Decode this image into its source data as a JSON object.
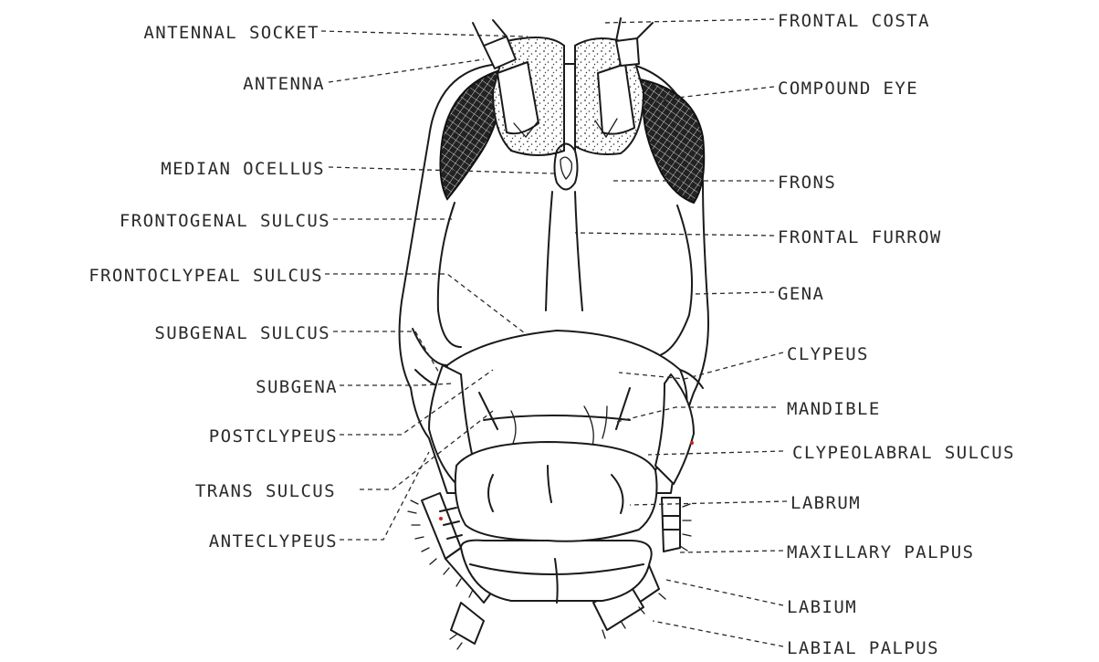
{
  "labels": {
    "left": [
      "ANTENNAL SOCKET",
      "ANTENNA",
      "MEDIAN OCELLUS",
      "FRONTOGENAL SULCUS",
      "FRONTOCLYPEAL SULCUS",
      "SUBGENAL SULCUS",
      "SUBGENA",
      "POSTCLYPEUS",
      "TRANS SULCUS",
      "ANTECLYPEUS"
    ],
    "right": [
      "FRONTAL COSTA",
      "COMPOUND EYE",
      "FRONS",
      "FRONTAL FURROW",
      "GENA",
      "CLYPEUS",
      "MANDIBLE",
      "CLYPEOLABRAL SULCUS",
      "LABRUM",
      "MAXILLARY PALPUS",
      "LABIUM",
      "LABIAL PALPUS"
    ]
  },
  "colors": {
    "ink": "#1a1a1a",
    "background": "#ffffff",
    "ocellus_mark": "#3a3ad0",
    "red_mark": "#d02020"
  }
}
